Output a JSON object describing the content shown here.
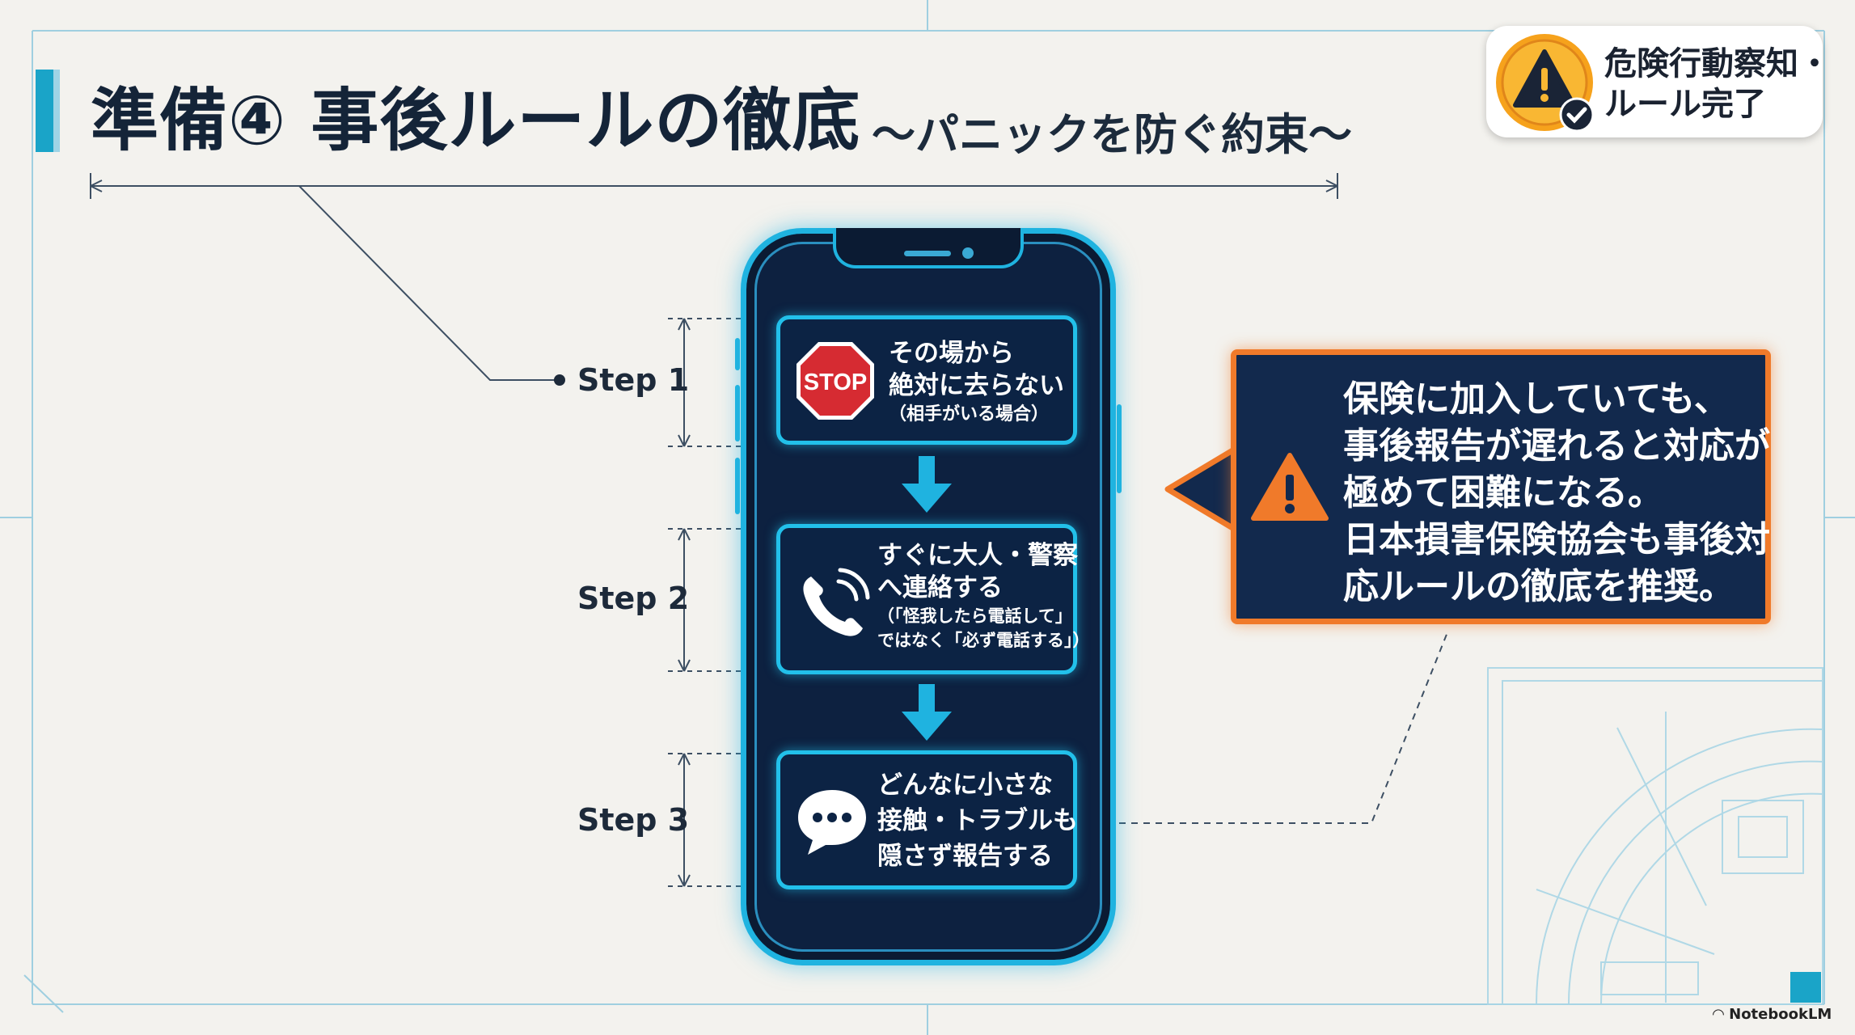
{
  "title": {
    "main": "準備④ 事後ルールの徹底",
    "sub": "〜パニックを防ぐ約束〜"
  },
  "badge": {
    "line1": "危険行動察知・",
    "line2": "ルール完了"
  },
  "steps": [
    {
      "label": "Step 1",
      "icon": "stop-sign-icon",
      "icon_text": "STOP",
      "line1": "その場から",
      "line2": "絶対に去らない",
      "note1": "（相手がいる場合）",
      "note2": ""
    },
    {
      "label": "Step 2",
      "icon": "phone-icon",
      "line1": "すぐに大人・警察",
      "line2": "へ連絡する",
      "note1": "（「怪我したら電話して」",
      "note2": "ではなく「必ず電話する」）"
    },
    {
      "label": "Step 3",
      "icon": "chat-bubble-icon",
      "line1": "どんなに小さな",
      "line2": "接触・トラブルも",
      "line3": "隠さず報告する"
    }
  ],
  "callout": {
    "icon": "warning-icon",
    "lines": [
      "保険に加入していても、",
      "事後報告が遅れると対応が",
      "極めて困難になる。",
      "日本損害保険協会も事後対",
      "応ルールの徹底を推奨。"
    ]
  },
  "colors": {
    "accent": "#1fb3e0",
    "warning": "#f07a2a",
    "phone_body": "#0d2140",
    "stop_red": "#d62b32"
  },
  "watermark": "NotebookLM"
}
